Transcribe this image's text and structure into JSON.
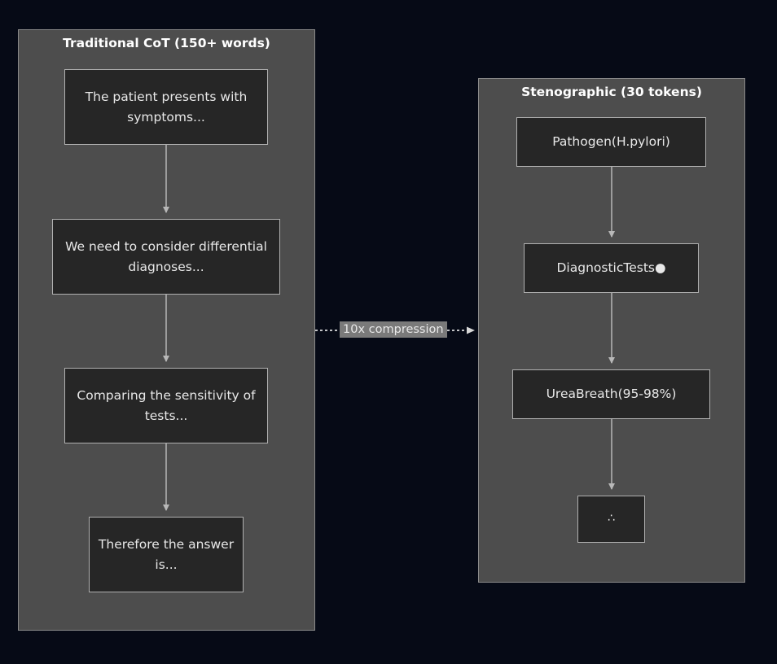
{
  "theme": {
    "background": "#060a16",
    "cluster_fill": "#4d4d4d",
    "cluster_border": "#8a8a8a",
    "node_fill": "#262626",
    "node_border": "#b0b0b0",
    "node_text": "#e8e8e8",
    "title_text": "#ffffff",
    "edge_color": "#b0b0b0",
    "compression_edge_color": "#ffffff",
    "compression_label_fill": "#7a7a7a"
  },
  "diagram": {
    "type": "flowchart",
    "clusters": [
      {
        "id": "traditional",
        "title": "Traditional CoT (150+ words)",
        "nodes": [
          {
            "id": "symptoms",
            "label": "The patient presents with symptoms..."
          },
          {
            "id": "differential",
            "label": "We need to consider differential diagnoses..."
          },
          {
            "id": "sensitivity",
            "label": "Comparing the sensitivity of tests..."
          },
          {
            "id": "answer",
            "label": "Therefore the answer is..."
          }
        ]
      },
      {
        "id": "stenographic",
        "title": "Stenographic (30 tokens)",
        "nodes": [
          {
            "id": "pathogen",
            "label": "Pathogen(H.pylori)"
          },
          {
            "id": "diagtests",
            "label": "DiagnosticTests●"
          },
          {
            "id": "ureabreath",
            "label": "UreaBreath(95-98%)"
          },
          {
            "id": "therefore",
            "label": "∴"
          }
        ]
      }
    ],
    "edges": [
      {
        "from": "symptoms",
        "to": "differential",
        "style": "solid",
        "arrow": "triangle"
      },
      {
        "from": "differential",
        "to": "sensitivity",
        "style": "solid",
        "arrow": "triangle"
      },
      {
        "from": "sensitivity",
        "to": "answer",
        "style": "solid",
        "arrow": "triangle"
      },
      {
        "from": "pathogen",
        "to": "diagtests",
        "style": "solid",
        "arrow": "triangle"
      },
      {
        "from": "diagtests",
        "to": "ureabreath",
        "style": "solid",
        "arrow": "triangle"
      },
      {
        "from": "ureabreath",
        "to": "therefore",
        "style": "solid",
        "arrow": "triangle"
      },
      {
        "from": "traditional",
        "to": "stenographic",
        "style": "dotted",
        "arrow": "triangle",
        "label": "10x compression"
      }
    ],
    "compression_label": "10x compression"
  }
}
